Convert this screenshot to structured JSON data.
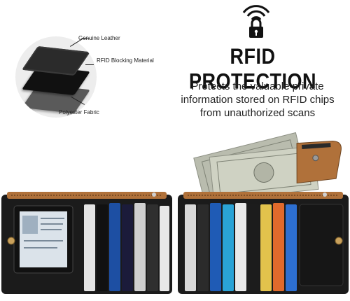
{
  "materials": {
    "leather_label": "Genuine Leather",
    "rfid_label": "RFID Blocking Material",
    "polyester_label": "Polyester Fabric"
  },
  "heading": {
    "title": "RFID PROTECTION",
    "description": "Protects the valuable private information stored on RFID chips from unauthorized scans"
  },
  "colors": {
    "leather": "#1b1b1b",
    "zipper_lining": "#b0713a",
    "cash": "#c9c9b7"
  }
}
